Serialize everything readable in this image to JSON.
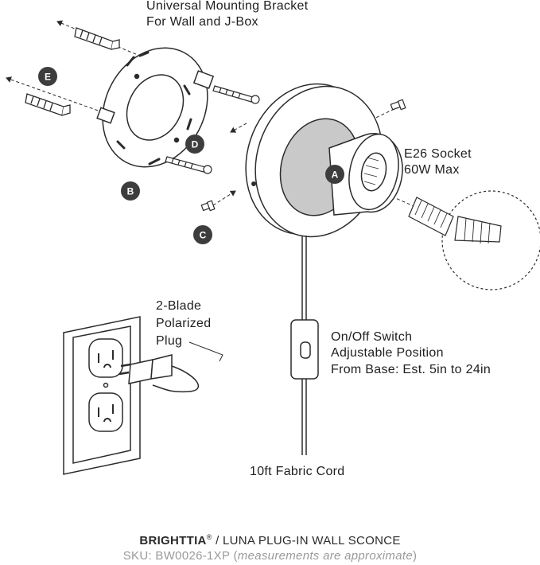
{
  "labels": {
    "bracket_line1": "Universal Mounting Bracket",
    "bracket_line2": "For Wall and J-Box",
    "socket_line1": "E26 Socket",
    "socket_line2": "60W Max",
    "plug_line1": "2-Blade",
    "plug_line2": "Polarized",
    "plug_line3": "Plug",
    "switch_line1": "On/Off Switch",
    "switch_line2": "Adjustable Position",
    "switch_line3": "From Base: Est. 5in to 24in",
    "cord": "10ft Fabric Cord"
  },
  "badges": {
    "a": "A",
    "b": "B",
    "c": "C",
    "d": "D",
    "e": "E"
  },
  "footer": {
    "brand": "BRIGHTTIA",
    "registered": "®",
    "product": " / LUNA PLUG-IN WALL SCONCE",
    "sku": "SKU: BW0026-1XP (",
    "note": "measurements are approximate",
    "close": ")"
  },
  "colors": {
    "line": "#2b2b2b",
    "badge": "#3d3d3d",
    "plate_gray": "#c9c9c9"
  }
}
